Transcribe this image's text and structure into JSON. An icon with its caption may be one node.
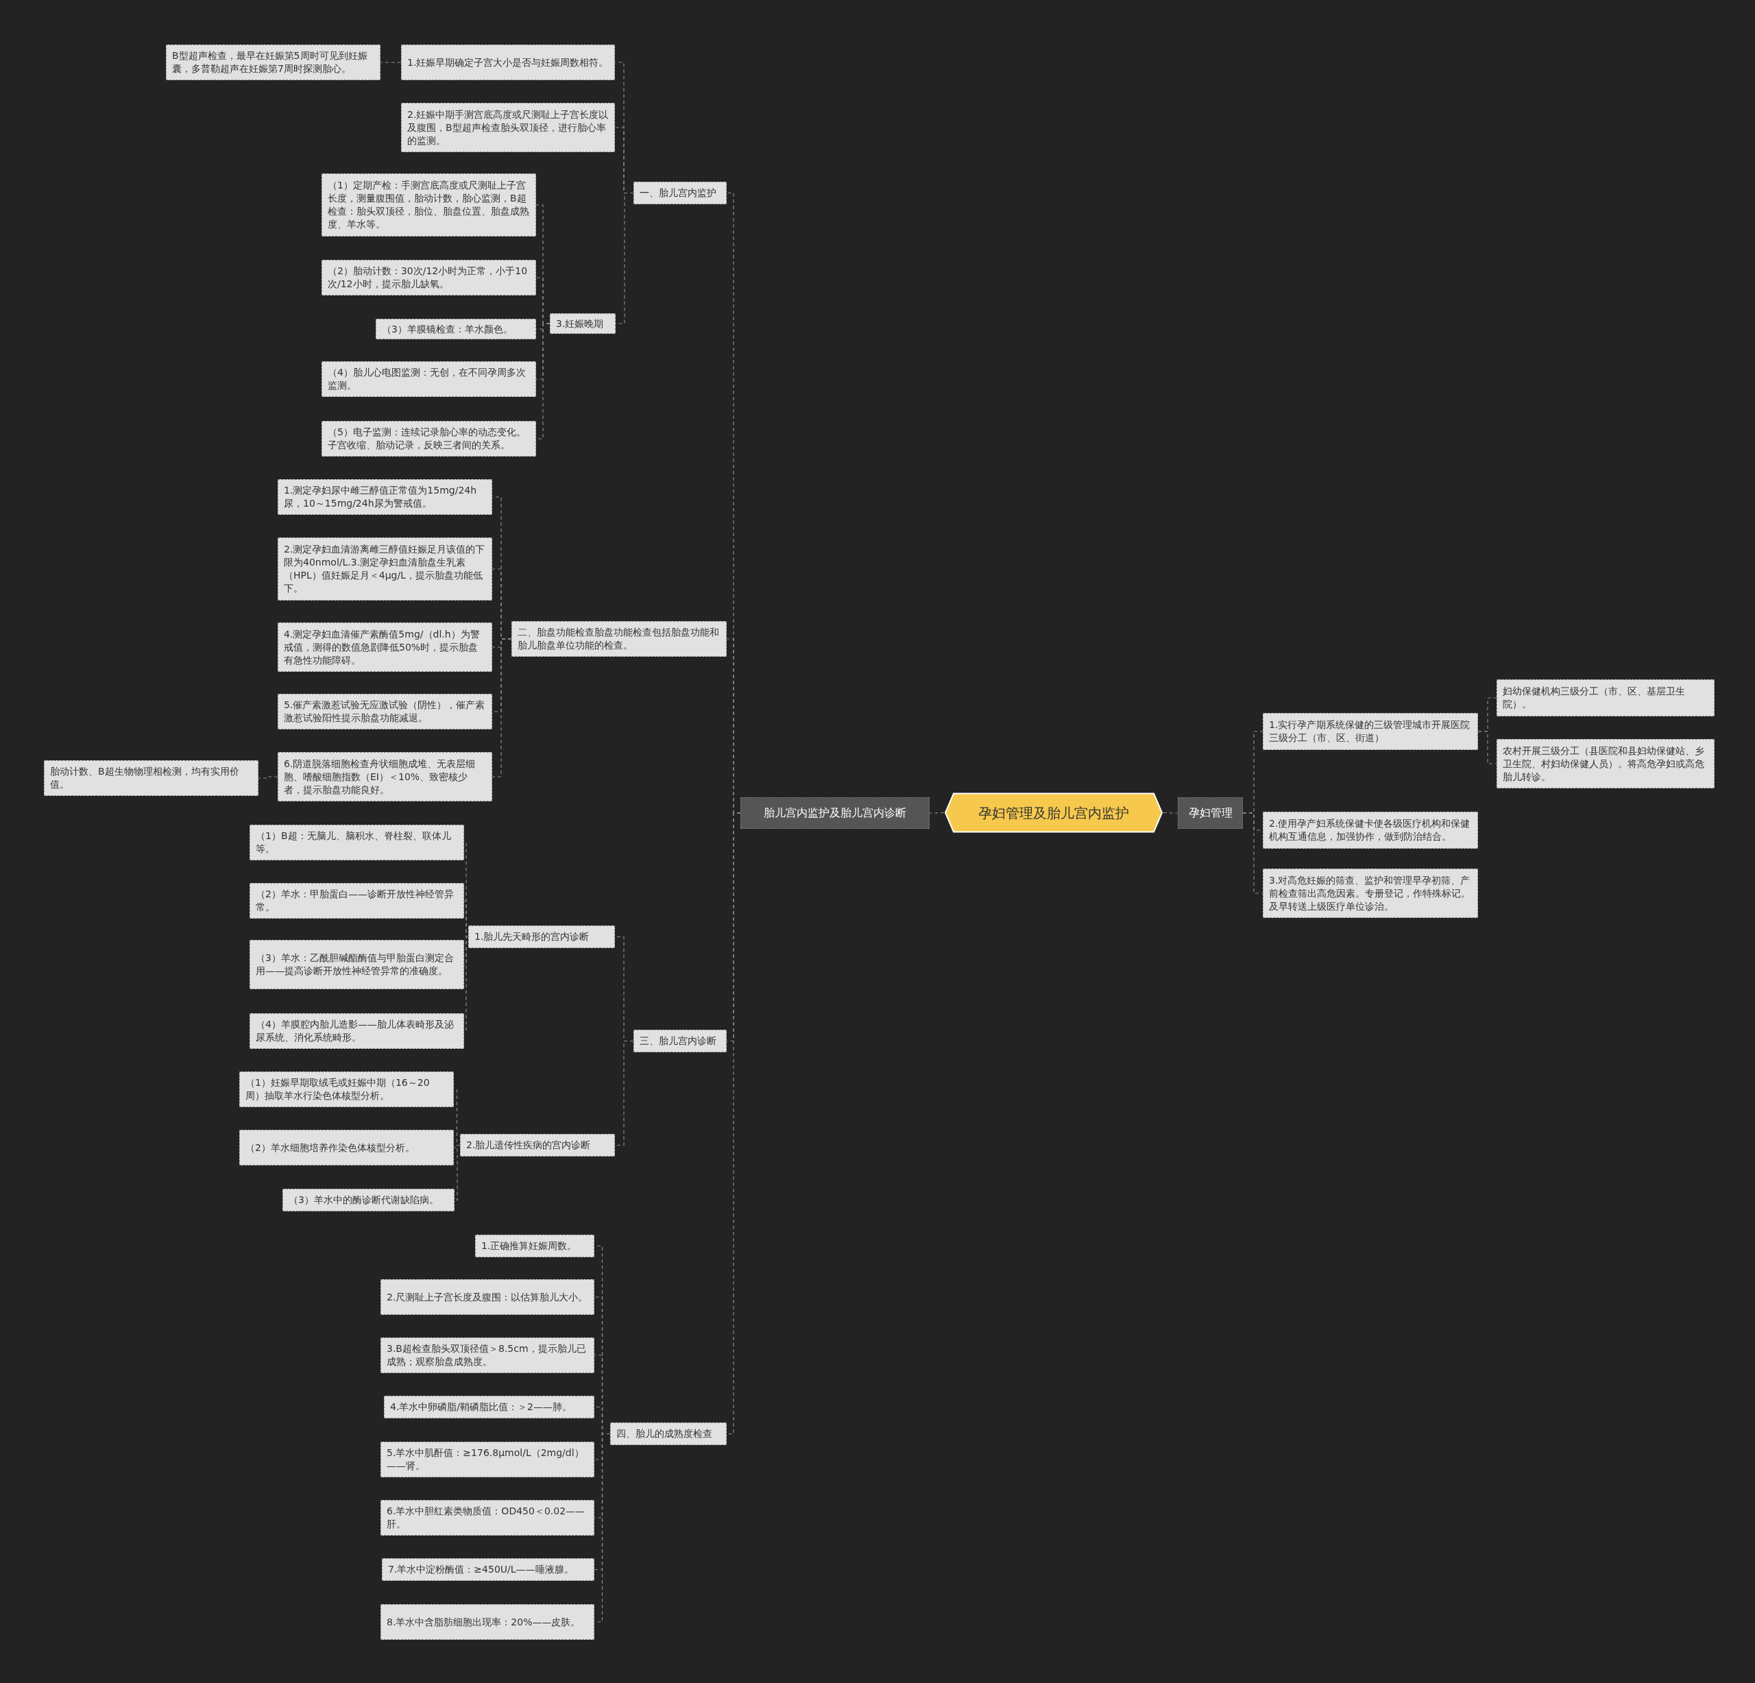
{
  "diagram": {
    "nodes": [
      {
        "text": [
          "孕妇管理及胎儿宫内监护"
        ]
      },
      {
        "text": [
          "胎儿宫内监护及胎儿宫内诊断"
        ]
      },
      {
        "text": [
          "孕妇管理"
        ]
      },
      {
        "text": [
          "1.实行孕产期系统保健的三级管理城市开展医院三级分工（市、区、街道）"
        ]
      },
      {
        "text": [
          "妇幼保健机构三级分工（市、区、基层卫生院）。"
        ]
      },
      {
        "text": [
          "农村开展三级分工（县医院和县妇幼保健站、乡卫生院、村妇幼保健人员）。将高危孕妇或高危胎儿转诊。"
        ]
      },
      {
        "text": [
          "2.使用孕产妇系统保健卡使各级医疗机构和保健机构互通信息，加强协作，做到防治结合。"
        ]
      },
      {
        "text": [
          "3.对高危妊娠的筛查、监护和管理早孕初筛、产前检查筛出高危因素。专册登记，作特殊标记。及早转送上级医疗单位诊治。"
        ]
      },
      {
        "text": [
          "一、胎儿宫内监护"
        ]
      },
      {
        "text": [
          "1.妊娠早期确定子宫大小是否与妊娠周数相符。"
        ]
      },
      {
        "text": [
          "B型超声检查，最早在妊娠第5周时可见到妊娠囊，多普勒超声在妊娠第7周时探测胎心。"
        ]
      },
      {
        "text": [
          "2.妊娠中期手测宫底高度或尺测耻上子宫长度以及腹围，B型超声检查胎头双顶径，进行胎心率的监测。"
        ]
      },
      {
        "text": [
          "3.妊娠晚期"
        ]
      },
      {
        "text": [
          "（1）定期产检：手测宫底高度或尺测耻上子宫长度，测量腹围值，胎动计数，胎心监测，B超检查：胎头双顶径，胎位、胎盘位置、胎盘成熟度、羊水等。"
        ]
      },
      {
        "text": [
          "（2）胎动计数：30次/12小时为正常，小于10次/12小时，提示胎儿缺氧。"
        ]
      },
      {
        "text": [
          "（3）羊膜镜检查：羊水颜色。"
        ]
      },
      {
        "text": [
          "（4）胎儿心电图监测：无创，在不同孕周多次监测。"
        ]
      },
      {
        "text": [
          "（5）电子监测：连续记录胎心率的动态变化。子宫收缩、胎动记录，反映三者间的关系。"
        ]
      },
      {
        "text": [
          "二、胎盘功能检查胎盘功能检查包括胎盘功能和胎儿胎盘单位功能的检查。"
        ]
      },
      {
        "text": [
          "1.测定孕妇尿中雌三醇值正常值为15mg/24h尿，10～15mg/24h尿为警戒值。"
        ]
      },
      {
        "text": [
          "2.测定孕妇血清游离雌三醇值妊娠足月该值的下限为40nmol/L.3.测定孕妇血清胎盘生乳素（HPL）值妊娠足月＜4μg/L，提示胎盘功能低下。"
        ]
      },
      {
        "text": [
          "4.测定孕妇血清催产素酶值5mg/（dl.h）为警戒值，测得的数值急剧降低50%时，提示胎盘有急性功能障碍。"
        ]
      },
      {
        "text": [
          "5.催产素激惹试验无应激试验（阴性），催产素激惹试验阳性提示胎盘功能减退。"
        ]
      },
      {
        "text": [
          "6.阴道脱落细胞检查舟状细胞成堆、无表层细胞、嗜酸细胞指数（EI）＜10%、致密核少者，提示胎盘功能良好。"
        ]
      },
      {
        "text": [
          "胎动计数、B超生物物理相检测，均有实用价值。"
        ]
      },
      {
        "text": [
          "三、胎儿宫内诊断"
        ]
      },
      {
        "text": [
          "1.胎儿先天畸形的宫内诊断"
        ]
      },
      {
        "text": [
          "（1）B超：无脑儿、脑积水、脊柱裂、联体儿等。"
        ]
      },
      {
        "text": [
          "（2）羊水：甲胎蛋白——诊断开放性神经管异常。"
        ]
      },
      {
        "text": [
          "（3）羊水：乙酰胆碱酯酶值与甲胎蛋白测定合用——提高诊断开放性神经管异常的准确度。"
        ]
      },
      {
        "text": [
          "（4）羊膜腔内胎儿造影——胎儿体表畸形及泌尿系统、消化系统畸形。"
        ]
      },
      {
        "text": [
          "2.胎儿遗传性疾病的宫内诊断"
        ]
      },
      {
        "text": [
          "（1）妊娠早期取绒毛或妊娠中期（16～20周）抽取羊水行染色体核型分析。"
        ]
      },
      {
        "text": [
          "（2）羊水细胞培养作染色体核型分析。"
        ]
      },
      {
        "text": [
          "（3）羊水中的酶诊断代谢缺陷病。"
        ]
      },
      {
        "text": [
          "四、胎儿的成熟度检查"
        ]
      },
      {
        "text": [
          "1.正确推算妊娠周数。"
        ]
      },
      {
        "text": [
          "2.尺测耻上子宫长度及腹围：以估算胎儿大小。"
        ]
      },
      {
        "text": [
          "3.B超检查胎头双顶径值＞8.5cm，提示胎儿已成熟；观察胎盘成熟度。"
        ]
      },
      {
        "text": [
          "4.羊水中卵磷脂/鞘磷脂比值：＞2——肺。"
        ]
      },
      {
        "text": [
          "5.羊水中肌酐值：≥176.8μmol/L（2mg/dl）——肾。"
        ]
      },
      {
        "text": [
          "6.羊水中胆红素类物质值：OD450＜0.02——肝。"
        ]
      },
      {
        "text": [
          "7.羊水中淀粉酶值：≥450U/L——唾液腺。"
        ]
      },
      {
        "text": [
          "8.羊水中含脂肪细胞出现率：20%——皮肤。"
        ]
      }
    ],
    "edges": [
      {
        "from": 0,
        "to": 1,
        "arrow": "none"
      },
      {
        "from": 0,
        "to": 2,
        "arrow": "none"
      },
      {
        "from": 2,
        "to": 3,
        "arrow": "none"
      },
      {
        "from": 3,
        "to": 4,
        "arrow": "none"
      },
      {
        "from": 3,
        "to": 5,
        "arrow": "none"
      },
      {
        "from": 2,
        "to": 6,
        "arrow": "none"
      },
      {
        "from": 2,
        "to": 7,
        "arrow": "none"
      },
      {
        "from": 1,
        "to": 8,
        "arrow": "none"
      },
      {
        "from": 8,
        "to": 9,
        "arrow": "none"
      },
      {
        "from": 9,
        "to": 10,
        "arrow": "none"
      },
      {
        "from": 8,
        "to": 11,
        "arrow": "none"
      },
      {
        "from": 8,
        "to": 12,
        "arrow": "none"
      },
      {
        "from": 12,
        "to": 13,
        "arrow": "none"
      },
      {
        "from": 12,
        "to": 14,
        "arrow": "none"
      },
      {
        "from": 12,
        "to": 15,
        "arrow": "none"
      },
      {
        "from": 12,
        "to": 16,
        "arrow": "none"
      },
      {
        "from": 12,
        "to": 17,
        "arrow": "none"
      },
      {
        "from": 1,
        "to": 18,
        "arrow": "none"
      },
      {
        "from": 18,
        "to": 19,
        "arrow": "none"
      },
      {
        "from": 18,
        "to": 20,
        "arrow": "none"
      },
      {
        "from": 18,
        "to": 21,
        "arrow": "none"
      },
      {
        "from": 18,
        "to": 22,
        "arrow": "none"
      },
      {
        "from": 18,
        "to": 23,
        "arrow": "none"
      },
      {
        "from": 23,
        "to": 24,
        "arrow": "none"
      },
      {
        "from": 1,
        "to": 25,
        "arrow": "none"
      },
      {
        "from": 25,
        "to": 26,
        "arrow": "none"
      },
      {
        "from": 26,
        "to": 27,
        "arrow": "none"
      },
      {
        "from": 26,
        "to": 28,
        "arrow": "none"
      },
      {
        "from": 26,
        "to": 29,
        "arrow": "none"
      },
      {
        "from": 26,
        "to": 30,
        "arrow": "none"
      },
      {
        "from": 25,
        "to": 31,
        "arrow": "none"
      },
      {
        "from": 31,
        "to": 32,
        "arrow": "none"
      },
      {
        "from": 31,
        "to": 33,
        "arrow": "none"
      },
      {
        "from": 31,
        "to": 34,
        "arrow": "none"
      },
      {
        "from": 1,
        "to": 35,
        "arrow": "none"
      },
      {
        "from": 35,
        "to": 36,
        "arrow": "none"
      },
      {
        "from": 35,
        "to": 37,
        "arrow": "none"
      },
      {
        "from": 35,
        "to": 38,
        "arrow": "none"
      },
      {
        "from": 35,
        "to": 39,
        "arrow": "none"
      },
      {
        "from": 35,
        "to": 40,
        "arrow": "none"
      },
      {
        "from": 35,
        "to": 41,
        "arrow": "none"
      },
      {
        "from": 35,
        "to": 42,
        "arrow": "none"
      },
      {
        "from": 35,
        "to": 43,
        "arrow": "none"
      }
    ]
  }
}
